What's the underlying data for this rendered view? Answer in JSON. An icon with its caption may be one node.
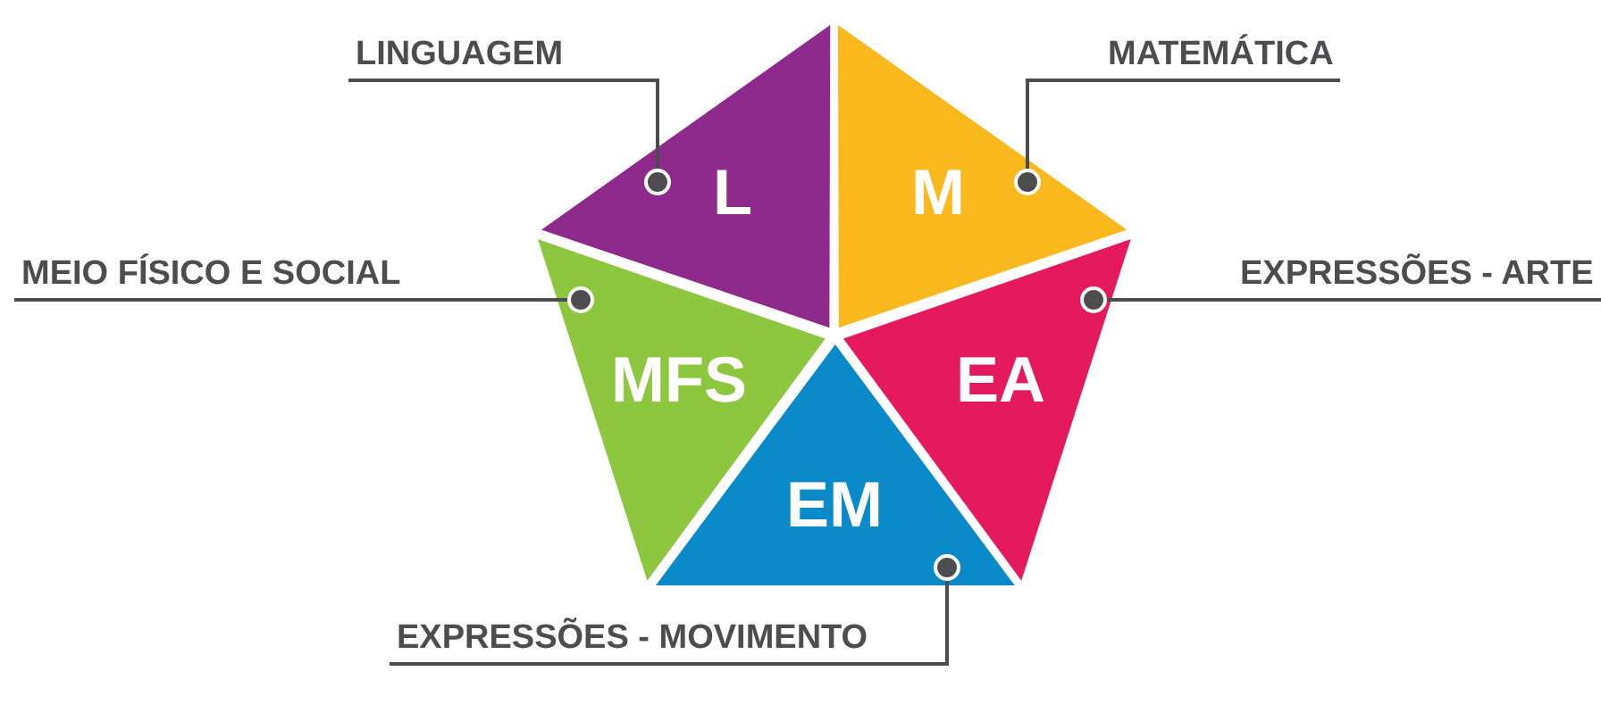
{
  "diagram": {
    "nodes": [
      {
        "text": [
          "L"
        ]
      },
      {
        "text": [
          "M"
        ]
      },
      {
        "text": [
          "MFS"
        ]
      },
      {
        "text": [
          "EA"
        ]
      },
      {
        "text": [
          "EM"
        ]
      },
      {
        "text": [
          "LINGUAGEM"
        ]
      },
      {
        "text": [
          "MATEMÁTICA"
        ]
      },
      {
        "text": [
          "MEIO FÍSICO E SOCIAL"
        ]
      },
      {
        "text": [
          "EXPRESSÕES - ARTE"
        ]
      },
      {
        "text": [
          "EXPRESSÕES - MOVIMENTO"
        ]
      }
    ],
    "edges": [
      {
        "from": 5,
        "to": 0,
        "arrow": "other"
      },
      {
        "from": 6,
        "to": 1,
        "arrow": "other"
      },
      {
        "from": 7,
        "to": 2,
        "arrow": "other"
      },
      {
        "from": 8,
        "to": 3,
        "arrow": "other"
      },
      {
        "from": 9,
        "to": 4,
        "arrow": "other"
      }
    ]
  }
}
